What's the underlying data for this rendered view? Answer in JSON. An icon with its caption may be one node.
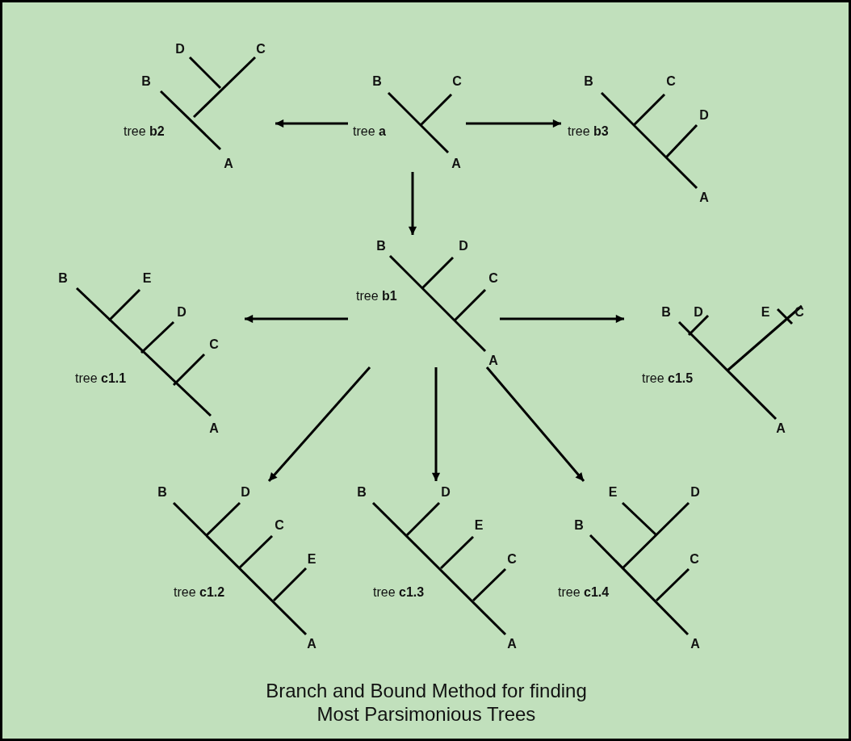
{
  "diagram": {
    "caption": "Branch and Bound Method for finding Most Parsimonious Trees",
    "nodes": [
      {
        "text": [
          "D",
          "C",
          "B",
          "tree **b2**",
          "A"
        ]
      },
      {
        "text": [
          "B",
          "C",
          "tree **a**",
          "A"
        ]
      },
      {
        "text": [
          "B",
          "C",
          "D",
          "tree **b3**",
          "A"
        ]
      },
      {
        "text": [
          "B",
          "D",
          "C",
          "tree **b1**",
          "A"
        ]
      },
      {
        "text": [
          "B",
          "E",
          "D",
          "tree **c1.1**",
          "C",
          "A"
        ]
      },
      {
        "text": [
          "B",
          "D",
          "E",
          "C",
          "tree **c1.5**",
          "A"
        ]
      },
      {
        "text": [
          "B",
          "D",
          "C",
          "E",
          "tree **c1.2**",
          "A"
        ]
      },
      {
        "text": [
          "B",
          "D",
          "E",
          "C",
          "tree **c1.3**",
          "A"
        ]
      },
      {
        "text": [
          "E",
          "D",
          "B",
          "C",
          "tree **c1.4**",
          "A"
        ]
      }
    ],
    "edges": [
      {
        "from": 1,
        "to": 0,
        "arrow": "to"
      },
      {
        "from": 1,
        "to": 2,
        "arrow": "to"
      },
      {
        "from": 1,
        "to": 3,
        "arrow": "to"
      },
      {
        "from": 3,
        "to": 4,
        "arrow": "to"
      },
      {
        "from": 3,
        "to": 5,
        "arrow": "to"
      },
      {
        "from": 3,
        "to": 6,
        "arrow": "to"
      },
      {
        "from": 3,
        "to": 7,
        "arrow": "to"
      },
      {
        "from": 3,
        "to": 8,
        "arrow": "to"
      }
    ]
  }
}
